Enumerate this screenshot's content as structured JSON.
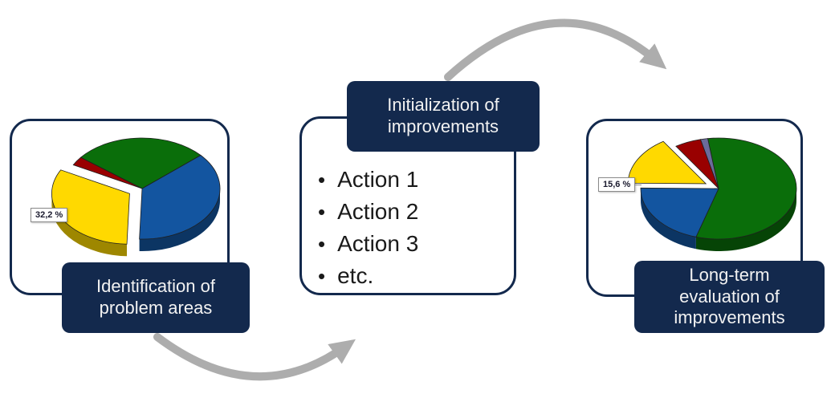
{
  "colors": {
    "navy": "#13294D",
    "arrow": "#ADADAD",
    "ink": "#1A1A1A"
  },
  "steps": [
    {
      "banner": "Identification of\nproblem areas"
    },
    {
      "banner": "Initialization of\nimprovements",
      "bullet": "•",
      "items": [
        "Action 1",
        "Action 2",
        "Action 3",
        "etc."
      ]
    },
    {
      "banner": "Long-term\nevaluation of\nimprovements"
    }
  ],
  "chart_data": [
    {
      "type": "pie",
      "style": "3d-exploded",
      "callout_label": "32,2 %",
      "labeled_slice": "yellow",
      "start_angle": -52,
      "slices": [
        {
          "name": "green",
          "value": 28,
          "color": "#0A6E0A"
        },
        {
          "name": "blue",
          "value": 37,
          "color": "#1355A0"
        },
        {
          "name": "yellow",
          "value": 32.2,
          "color": "#FFD900",
          "exploded": true
        },
        {
          "name": "red",
          "value": 2.8,
          "color": "#990000"
        }
      ]
    },
    {
      "type": "pie",
      "style": "3d-exploded",
      "callout_label": "15,6 %",
      "labeled_slice": "yellow",
      "start_angle": -8,
      "slices": [
        {
          "name": "green",
          "value": 56.9,
          "color": "#0A6E0A"
        },
        {
          "name": "blue",
          "value": 20.5,
          "color": "#1355A0"
        },
        {
          "name": "yellow",
          "value": 15.6,
          "color": "#FFD900",
          "exploded": true
        },
        {
          "name": "red",
          "value": 5.5,
          "color": "#990000"
        },
        {
          "name": "slate",
          "value": 1.5,
          "color": "#6B6B9B"
        }
      ]
    }
  ]
}
